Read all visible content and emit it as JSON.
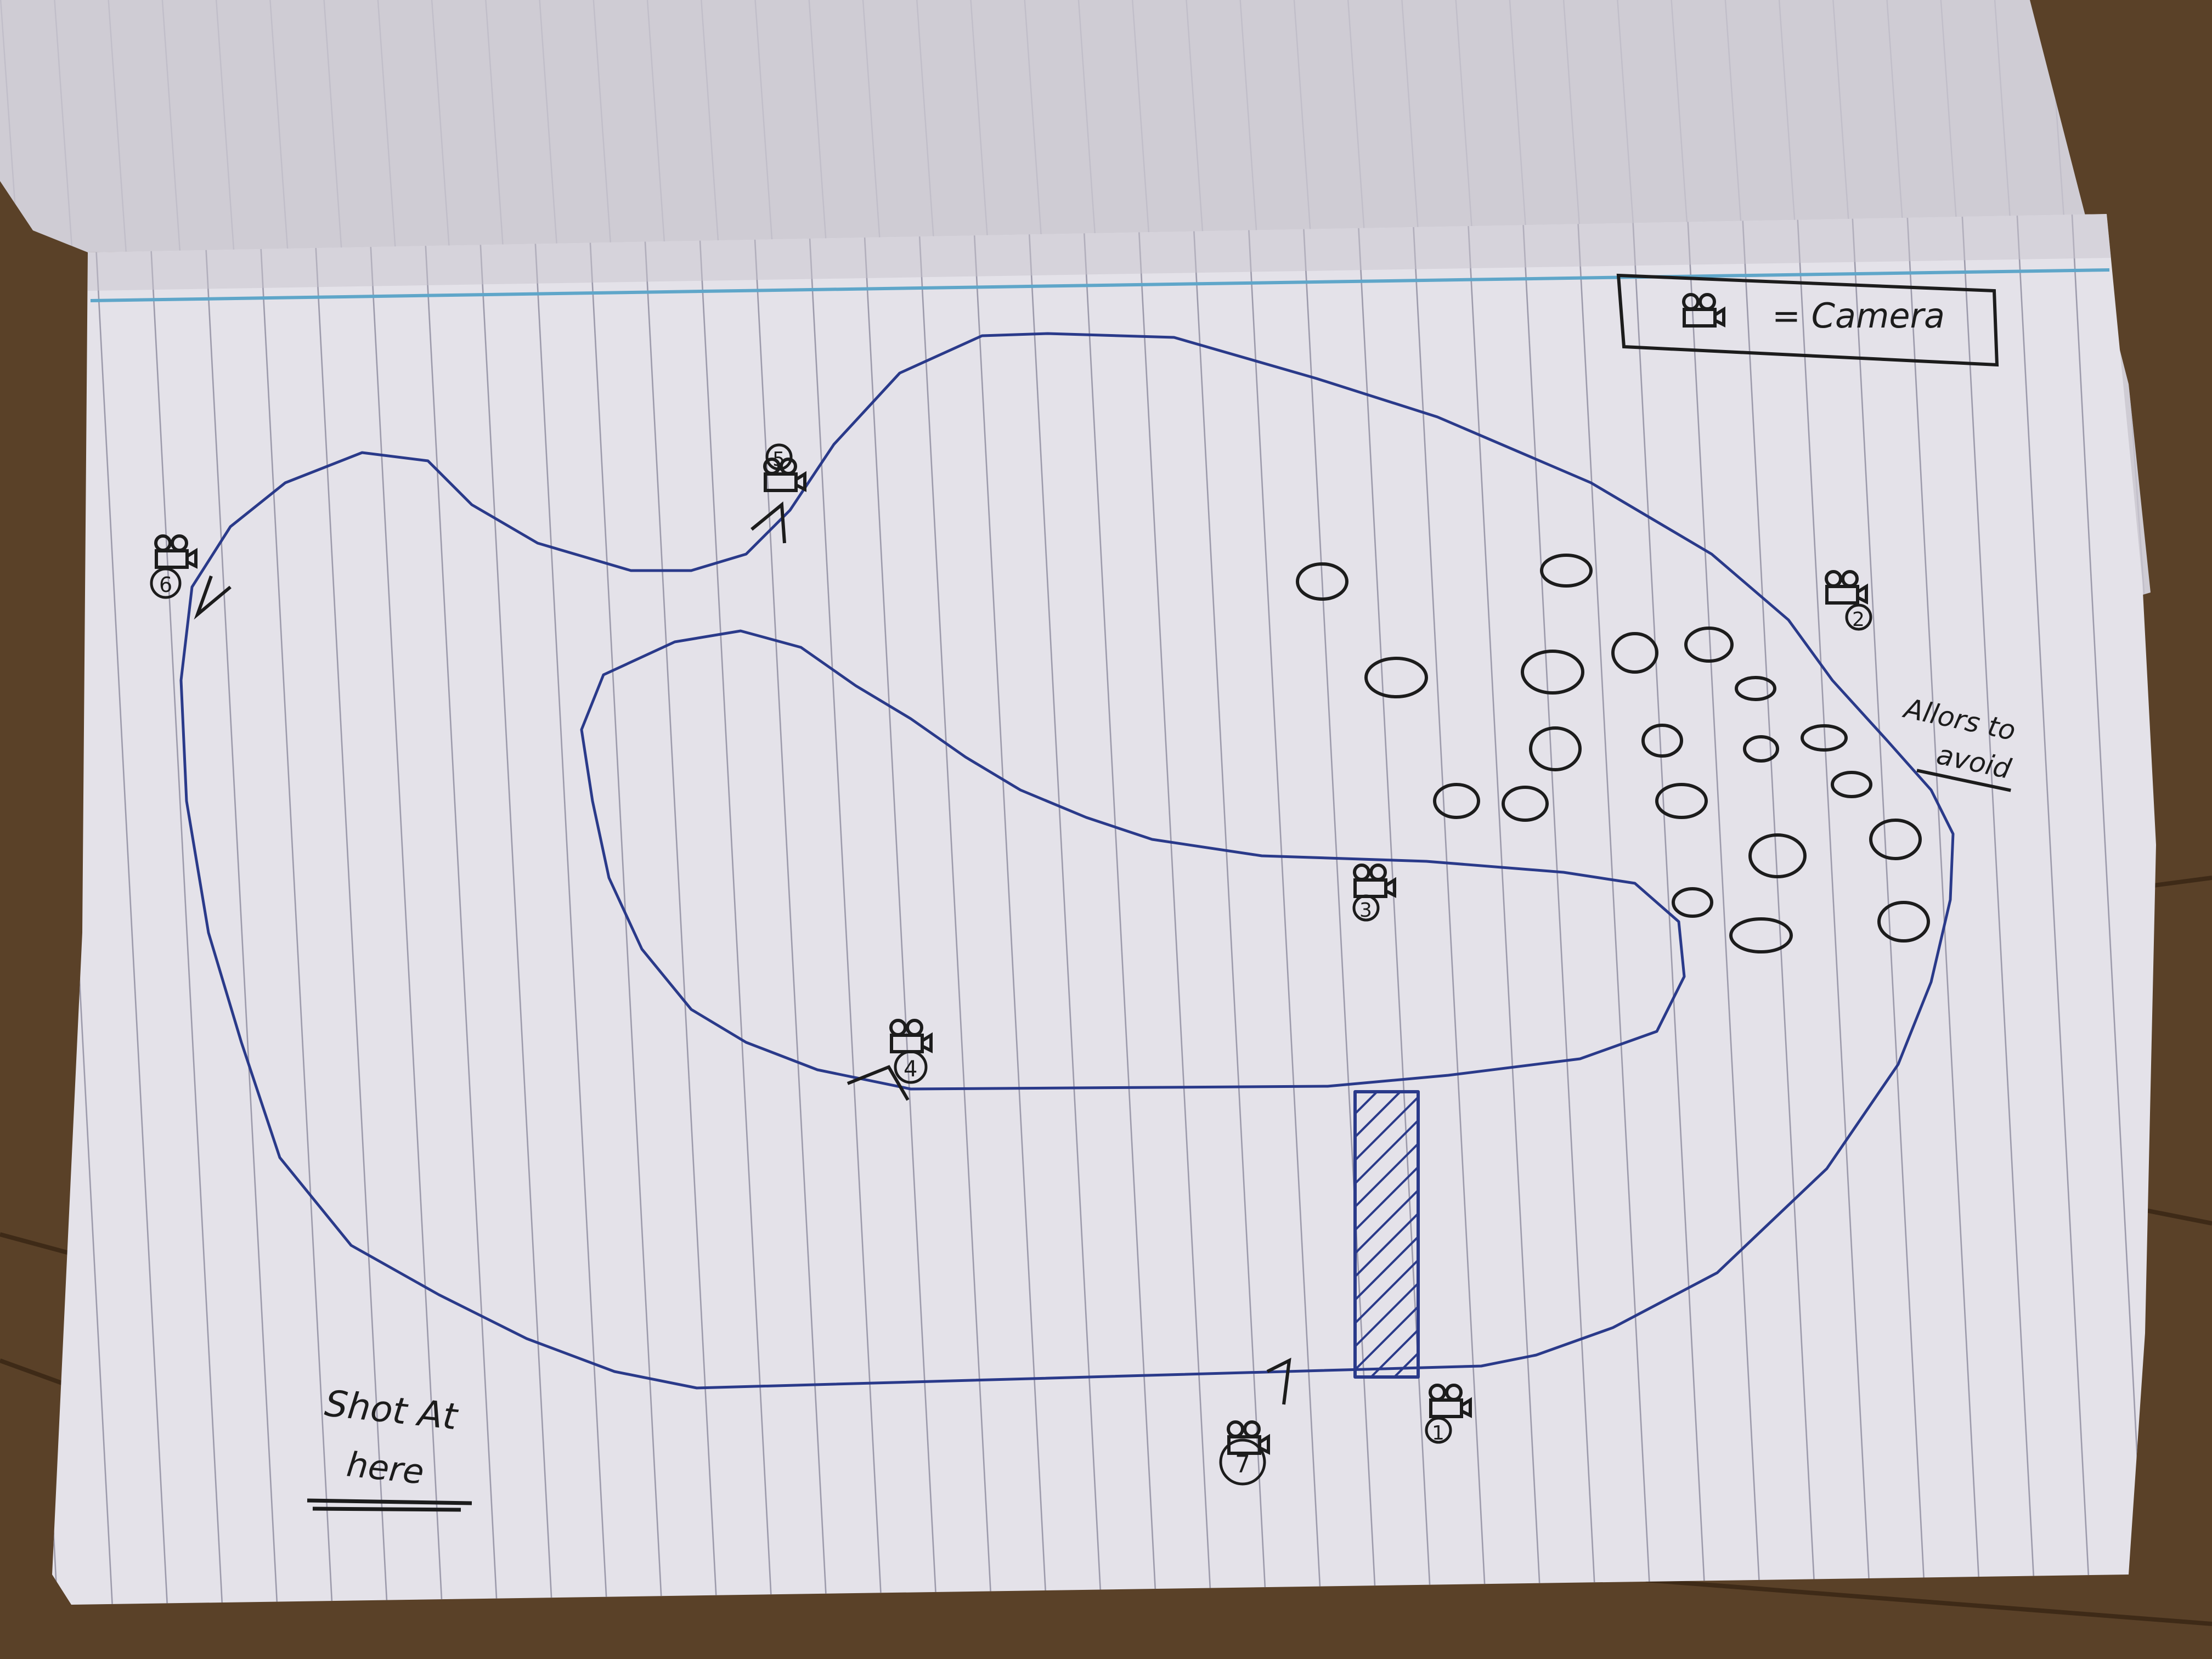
{
  "legend": {
    "label": "= Camera",
    "icon": "camera-icon"
  },
  "annotations": {
    "hazard_label_line1": "Allors to",
    "hazard_label_line2": "avoid",
    "shot_label_line1": "Shot At",
    "shot_label_line2": "here"
  },
  "cameras": [
    {
      "id": "camera-1",
      "number": "1",
      "icon": "camera-icon"
    },
    {
      "id": "camera-2",
      "number": "2",
      "icon": "camera-icon"
    },
    {
      "id": "camera-3",
      "number": "3",
      "icon": "camera-icon"
    },
    {
      "id": "camera-4",
      "number": "4",
      "icon": "camera-icon"
    },
    {
      "id": "camera-5",
      "number": "5",
      "icon": "camera-icon"
    },
    {
      "id": "camera-6",
      "number": "6",
      "icon": "camera-icon"
    },
    {
      "id": "camera-7",
      "number": "7",
      "icon": "camera-icon"
    }
  ],
  "colors": {
    "table": "#5a4128",
    "paper": "#e4e2e9",
    "paper_shadow": "#c7c4cd",
    "rule_line": "#8f8da0",
    "margin_line": "#5fa6c9",
    "ink_blue": "#2a3a8a",
    "ink_black": "#1c1c1c"
  }
}
